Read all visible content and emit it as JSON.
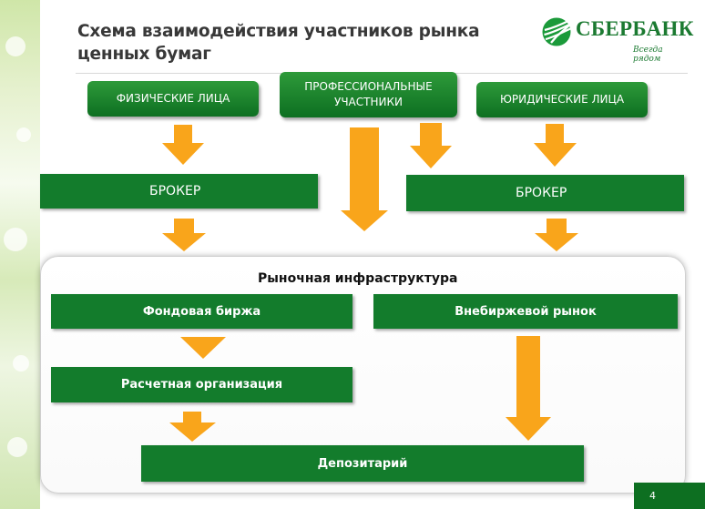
{
  "title": "Схема взаимодействия участников рынка ценных бумаг",
  "logo": {
    "name": "СБЕРБАНК",
    "slogan": "Всегда рядом"
  },
  "participants": {
    "individuals": "ФИЗИЧЕСКИЕ ЛИЦА",
    "professional": "ПРОФЕССИОНАЛЬНЫЕ УЧАСТНИКИ",
    "legal_entities": "ЮРИДИЧЕСКИЕ ЛИЦА"
  },
  "brokers": {
    "left": "БРОКЕР",
    "right": "БРОКЕР"
  },
  "infrastructure": {
    "title": "Рыночная инфраструктура",
    "stock_exchange": "Фондовая биржа",
    "otc_market": "Внебиржевой рынок",
    "settlement": "Расчетная организация",
    "depository": "Депозитарий"
  },
  "page_number": "4",
  "colors": {
    "green": "#137c2c",
    "arrow": "#f9a51b",
    "logo_green": "#1b7a31"
  }
}
